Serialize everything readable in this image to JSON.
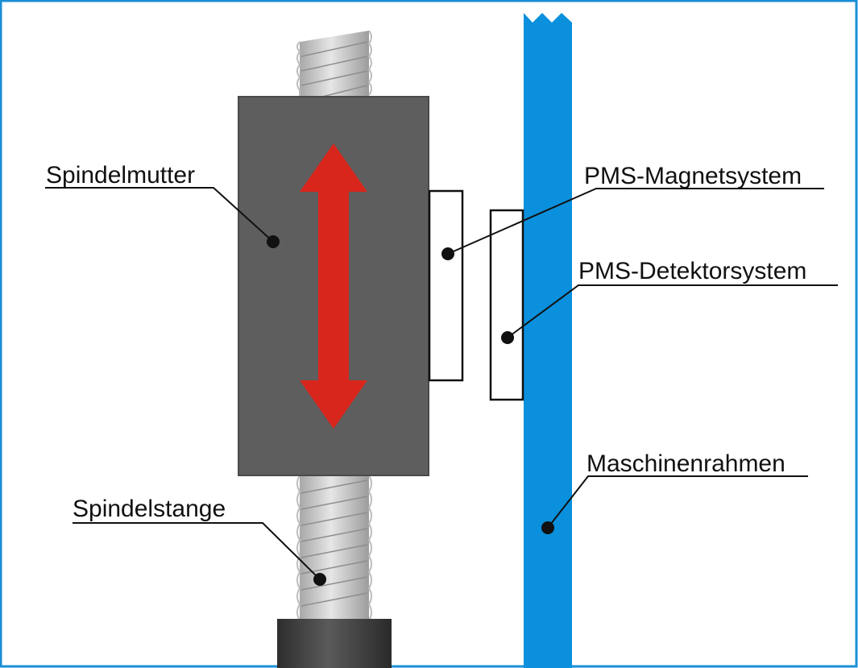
{
  "labels": {
    "spindelmutter": "Spindelmutter",
    "pms_magnetsystem": "PMS-Magnetsystem",
    "pms_detektorsystem": "PMS-Detektorsystem",
    "maschinenrahmen": "Maschinenrahmen",
    "spindelstange": "Spindelstange"
  },
  "colors": {
    "border": "#1a8fd6",
    "nut": "#5e5e5e",
    "arrow": "#d9261c",
    "frame": "#0a90dc",
    "thread": "#c8c8c8",
    "base": "#3a3a3a"
  }
}
